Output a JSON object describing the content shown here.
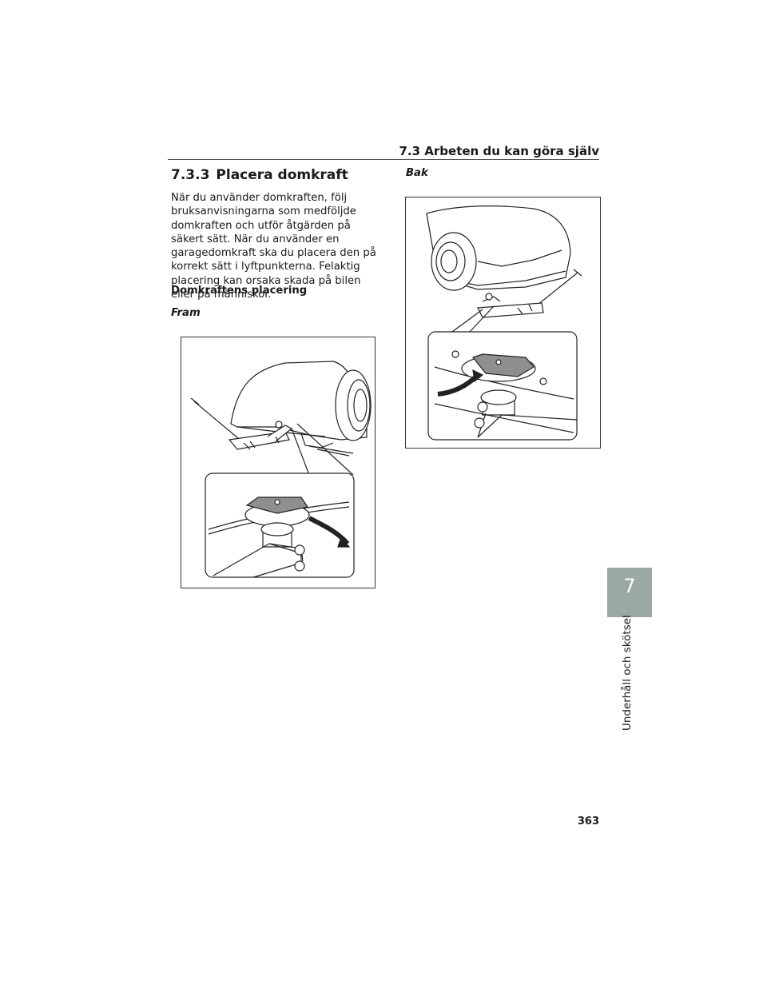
{
  "header": {
    "section_title": "7.3 Arbeten du kan göra själv"
  },
  "section": {
    "number": "7.3.3",
    "title": "Placera domkraft",
    "body": "När du använder domkraften, följ bruksanvisningarna som medföljde domkraften och utför åtgärden på säkert sätt. När du använder en garagedomkraft ska du placera den på korrekt sätt i lyftpunkterna. Felaktig placering kan orsaka skada på bilen eller på människor.",
    "subheading": "Domkraftens placering",
    "front_label": "Fram",
    "rear_label": "Bak"
  },
  "side_tab": {
    "chapter_number": "7",
    "chapter_label": "Underhåll och skötsel"
  },
  "footer": {
    "page_number": "363"
  },
  "colors": {
    "tab_background": "#9ba9a3",
    "jack_pad_fill": "#8f8f8f"
  }
}
